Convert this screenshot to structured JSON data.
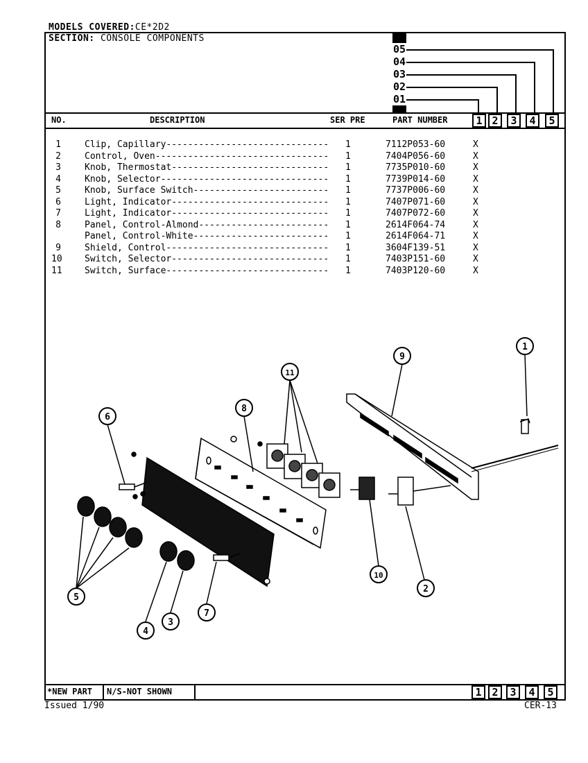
{
  "header": {
    "models_covered_label": "MODELS COVERED:",
    "models_covered_value": "CE*2D2",
    "section_label": "SECTION:",
    "section_value": "CONSOLE COMPONENTS"
  },
  "model_codes": [
    "05",
    "04",
    "03",
    "02",
    "01"
  ],
  "columns": {
    "no": "NO.",
    "description": "DESCRIPTION",
    "ser_pre": "SER PRE",
    "part_number": "PART NUMBER",
    "model_nums": [
      "1",
      "2",
      "3",
      "4",
      "5"
    ]
  },
  "parts": [
    {
      "no": "1",
      "description": "Clip, Capillary------------------------------",
      "qty": "1",
      "part": "7112P053-60",
      "mark": "X"
    },
    {
      "no": "2",
      "description": "Control, Oven--------------------------------",
      "qty": "1",
      "part": "7404P056-60",
      "mark": "X"
    },
    {
      "no": "3",
      "description": "Knob, Thermostat-----------------------------",
      "qty": "1",
      "part": "7735P010-60",
      "mark": "X"
    },
    {
      "no": "4",
      "description": "Knob, Selector-------------------------------",
      "qty": "1",
      "part": "7739P014-60",
      "mark": "X"
    },
    {
      "no": "5",
      "description": "Knob, Surface Switch-------------------------",
      "qty": "1",
      "part": "7737P006-60",
      "mark": "X"
    },
    {
      "no": "6",
      "description": "Light, Indicator-----------------------------",
      "qty": "1",
      "part": "7407P071-60",
      "mark": "X"
    },
    {
      "no": "7",
      "description": "Light, Indicator-----------------------------",
      "qty": "1",
      "part": "7407P072-60",
      "mark": "X"
    },
    {
      "no": "8",
      "description": "Panel, Control-Almond------------------------",
      "qty": "1",
      "part": "2614F064-74",
      "mark": "X"
    },
    {
      "no": "",
      "description": "Panel, Control-White-------------------------",
      "qty": "1",
      "part": "2614F064-71",
      "mark": "X"
    },
    {
      "no": "9",
      "description": "Shield, Control------------------------------",
      "qty": "1",
      "part": "3604F139-51",
      "mark": "X"
    },
    {
      "no": "10",
      "description": "Switch, Selector-----------------------------",
      "qty": "1",
      "part": "7403P151-60",
      "mark": "X"
    },
    {
      "no": "11",
      "description": "Switch, Surface------------------------------",
      "qty": "1",
      "part": "7403P120-60",
      "mark": "X"
    }
  ],
  "callouts": [
    "1",
    "2",
    "3",
    "4",
    "5",
    "6",
    "7",
    "8",
    "9",
    "10",
    "11"
  ],
  "footer": {
    "new_part": "*NEW PART",
    "not_shown": "N/S-NOT SHOWN",
    "model_nums": [
      "1",
      "2",
      "3",
      "4",
      "5"
    ],
    "issued": "Issued 1/90",
    "page_code": "CER-13"
  }
}
